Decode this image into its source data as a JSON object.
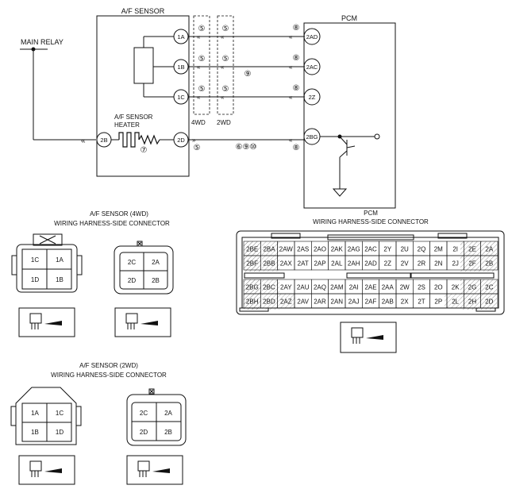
{
  "schematic": {
    "sensor_title": "A/F SENSOR",
    "pcm_title": "PCM",
    "main_relay": "MAIN RELAY",
    "heater_label_1": "A/F SENSOR",
    "heater_label_2": "HEATER",
    "label_4wd": "4WD",
    "label_2wd": "2WD",
    "sensor_terminals": [
      "1A",
      "1B",
      "1C",
      "2D",
      "2B"
    ],
    "pcm_terminals": [
      "2AD",
      "2AC",
      "2Z",
      "2BG"
    ],
    "wire_notes": {
      "n5": "⑤",
      "n8": "⑧",
      "n9": "⑨",
      "n7": "⑦",
      "n6910": "⑥⑨⑩"
    }
  },
  "connectors": {
    "af4wd_title_1": "A/F SENSOR (4WD)",
    "af4wd_title_2": "WIRING HARNESS-SIDE CONNECTOR",
    "af4wd_left": [
      "1C",
      "1A",
      "1D",
      "1B"
    ],
    "af4wd_right": [
      "2C",
      "2A",
      "2D",
      "2B"
    ],
    "af2wd_title_1": "A/F SENSOR (2WD)",
    "af2wd_title_2": "WIRING HARNESS-SIDE CONNECTOR",
    "af2wd_left": [
      "1A",
      "1C",
      "1B",
      "1D"
    ],
    "af2wd_right": [
      "2C",
      "2A",
      "2D",
      "2B"
    ],
    "pcm_title_1": "PCM",
    "pcm_title_2": "WIRING HARNESS-SIDE CONNECTOR",
    "pcm_rows": [
      [
        "2BE",
        "2BA",
        "2AW",
        "2AS",
        "2AO",
        "2AK",
        "2AG",
        "2AC",
        "2Y",
        "2U",
        "2Q",
        "2M",
        "2I",
        "2E",
        "2A"
      ],
      [
        "2BF",
        "2BB",
        "2AX",
        "2AT",
        "2AP",
        "2AL",
        "2AH",
        "2AD",
        "2Z",
        "2V",
        "2R",
        "2N",
        "2J",
        "2F",
        "2B"
      ],
      [
        "2BG",
        "2BC",
        "2AY",
        "2AU",
        "2AQ",
        "2AM",
        "2AI",
        "2AE",
        "2AA",
        "2W",
        "2S",
        "2O",
        "2K",
        "2G",
        "2C"
      ],
      [
        "2BH",
        "2BD",
        "2AZ",
        "2AV",
        "2AR",
        "2AN",
        "2AJ",
        "2AF",
        "2AB",
        "2X",
        "2T",
        "2P",
        "2L",
        "2H",
        "2D"
      ]
    ]
  }
}
